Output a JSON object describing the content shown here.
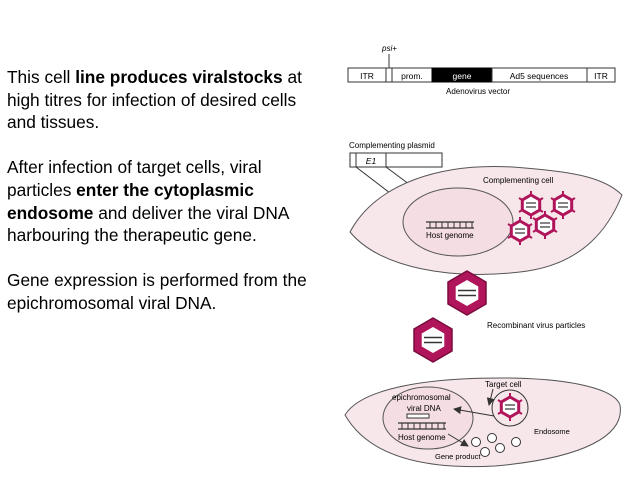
{
  "text_panel": {
    "p1": {
      "a": "This cell ",
      "b": "line produces viralstocks",
      "c": " at high titres for infection of desired cells and tissues."
    },
    "p2": {
      "a": " After infection of target cells, viral particles ",
      "b": "enter the cytoplasmic endosome",
      "c": " and deliver the viral DNA harbouring the therapeutic gene."
    },
    "p3": "Gene expression is performed from the epichromosomal viral DNA."
  },
  "diagram": {
    "vector": {
      "psi_label": "psi+",
      "segments": [
        "ITR",
        "prom.",
        "gene",
        "Ad5 sequences",
        "ITR"
      ],
      "caption": "Adenovirus vector"
    },
    "plasmid": {
      "caption": "Complementing plasmid",
      "segment": "E1"
    },
    "complementing_cell": {
      "label": "Complementing cell",
      "genome": "Host genome"
    },
    "particles_label": "Recombinant virus particles",
    "target_cell": {
      "label": "Target cell",
      "viral_dna": "epichromosomal viral DNA",
      "genome": "Host genome",
      "endosome": "Endosome",
      "product": "Gene product"
    },
    "colors": {
      "virus": "#b0145a",
      "cell": "#f7e6ea",
      "gene_block": "#000000"
    }
  }
}
